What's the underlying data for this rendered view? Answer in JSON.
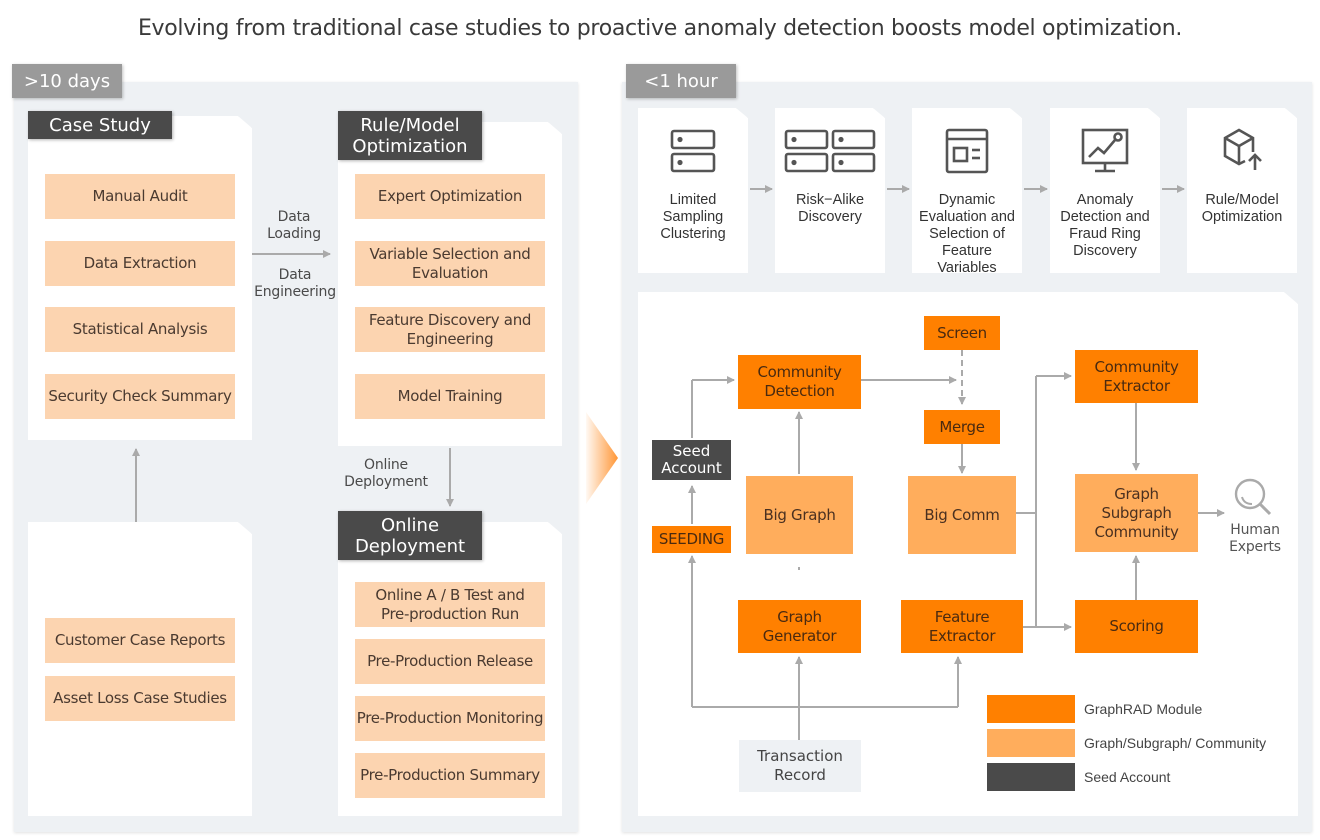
{
  "title": "Evolving from traditional case studies to proactive anomaly detection boosts model optimization.",
  "colors": {
    "graphrad_module": "#ff8000",
    "graph_community": "#ffad5c",
    "seed_account": "#4a4a4a",
    "task_item": "#fcd4b0",
    "panel_bg": "#eef1f4",
    "tag_bg": "#9a9a9a"
  },
  "traditional": {
    "duration": ">10 days",
    "case_study": {
      "header": "Case Study",
      "items": [
        "Manual Audit",
        "Data Extraction",
        "Statistical Analysis",
        "Security Check Summary"
      ]
    },
    "sources": {
      "items": [
        "Customer Case Reports",
        "Asset Loss Case Studies"
      ]
    },
    "transfer_label_top": "Data Loading",
    "transfer_label_bottom": "Data Engineering",
    "rule_model": {
      "header": "Rule/Model Optimization",
      "items": [
        "Expert Optimization",
        "Variable Selection and Evaluation",
        "Feature Discovery and Engineering",
        "Model Training"
      ]
    },
    "deploy_label": "Online Deployment",
    "online_deployment": {
      "header": "Online Deployment",
      "items": [
        "Online A / B Test and Pre-production Run",
        "Pre-Production Release",
        "Pre-Production Monitoring",
        "Pre-Production Summary"
      ]
    }
  },
  "proactive": {
    "duration": "<1 hour",
    "steps": [
      {
        "label": "Limited Sampling Clustering",
        "icon": "server-stack-icon"
      },
      {
        "label": "Risk−Alike Discovery",
        "icon": "server-grid-icon"
      },
      {
        "label": "Dynamic Evaluation and Selection of Feature Variables",
        "icon": "form-layout-icon"
      },
      {
        "label": "Anomaly Detection and Fraud Ring Discovery",
        "icon": "monitor-chart-icon"
      },
      {
        "label": "Rule/Model Optimization",
        "icon": "box-upload-icon"
      }
    ],
    "flow": {
      "community_detection": "Community Detection",
      "screen": "Screen",
      "merge": "Merge",
      "community_extractor": "Community Extractor",
      "seed_account": "Seed Account",
      "big_graph": "Big Graph",
      "big_comm": "Big Comm",
      "graph_subgraph_community": "Graph Subgraph Community",
      "human_experts": "Human Experts",
      "seeding": "SEEDING",
      "graph_generator": "Graph Generator",
      "feature_extractor": "Feature Extractor",
      "scoring": "Scoring",
      "transaction_record": "Transaction Record"
    },
    "legend": [
      {
        "label": "GraphRAD Module",
        "color": "#ff8000"
      },
      {
        "label": "Graph/Subgraph/ Community",
        "color": "#ffad5c"
      },
      {
        "label": "Seed Account",
        "color": "#4a4a4a"
      }
    ]
  }
}
